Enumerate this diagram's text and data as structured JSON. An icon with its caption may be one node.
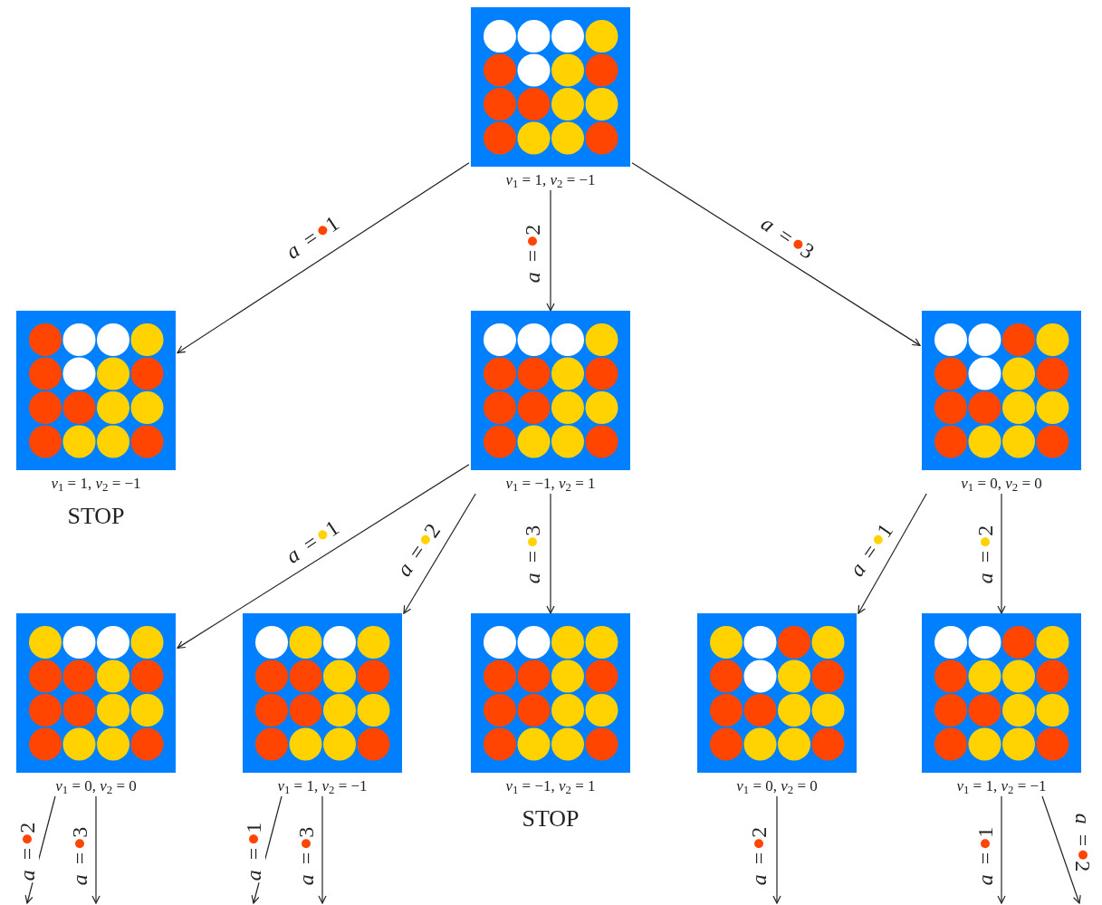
{
  "diagram": {
    "nodes": [
      {
        "text": [
          "*v*$_{1}$ = 1, *v*$_{2}$ = −1"
        ]
      },
      {
        "text": [
          "*v*$_{1}$ = 1, *v*$_{2}$ = −1"
        ],
        "beside": [
          "STOP"
        ]
      },
      {
        "text": [
          "*v*$_{1}$ = −1, *v*$_{2}$ = 1"
        ]
      },
      {
        "text": [
          "*v*$_{1}$ = 0, *v*$_{2}$ = 0"
        ]
      },
      {
        "text": [
          "*v*$_{1}$ = 0, *v*$_{2}$ = 0"
        ]
      },
      {
        "text": [
          "*v*$_{1}$ = 1, *v*$_{2}$ = −1"
        ]
      },
      {
        "text": [
          "*v*$_{1}$ = −1, *v*$_{2}$ = 1"
        ],
        "beside": [
          "STOP"
        ]
      },
      {
        "text": [
          "*v*$_{1}$ = 0, *v*$_{2}$ = 0"
        ]
      },
      {
        "text": [
          "*v*$_{1}$ = 1, *v*$_{2}$ = −1"
        ]
      }
    ],
    "edges": [
      {
        "from": 0,
        "to": 1,
        "arrow": "to",
        "label": "*a* = 1"
      },
      {
        "from": 0,
        "to": 2,
        "arrow": "to",
        "label": "*a* = 2"
      },
      {
        "from": 0,
        "to": 3,
        "arrow": "to",
        "label": "*a* = 3"
      },
      {
        "from": 2,
        "to": 4,
        "arrow": "to",
        "label": "*a* = 1"
      },
      {
        "from": 2,
        "to": 5,
        "arrow": "to",
        "label": "*a* = 2"
      },
      {
        "from": 2,
        "to": 6,
        "arrow": "to",
        "label": "*a* = 3"
      },
      {
        "from": 3,
        "to": 7,
        "arrow": "to",
        "label": "*a* = 1"
      },
      {
        "from": 3,
        "to": 8,
        "arrow": "to",
        "label": "*a* = 2"
      },
      {
        "from": 4,
        "to": null,
        "arrow": "to",
        "label": "*a* = 2"
      },
      {
        "from": 4,
        "to": null,
        "arrow": "to",
        "label": "*a* = 3"
      },
      {
        "from": 5,
        "to": null,
        "arrow": "to",
        "label": "*a* = 1"
      },
      {
        "from": 5,
        "to": null,
        "arrow": "to",
        "label": "*a* = 3"
      },
      {
        "from": 7,
        "to": null,
        "arrow": "to",
        "label": "*a* = 2"
      },
      {
        "from": 8,
        "to": null,
        "arrow": "to",
        "label": "*a* = 1"
      },
      {
        "from": 8,
        "to": null,
        "arrow": "to",
        "label": "*a* = 2"
      }
    ]
  }
}
